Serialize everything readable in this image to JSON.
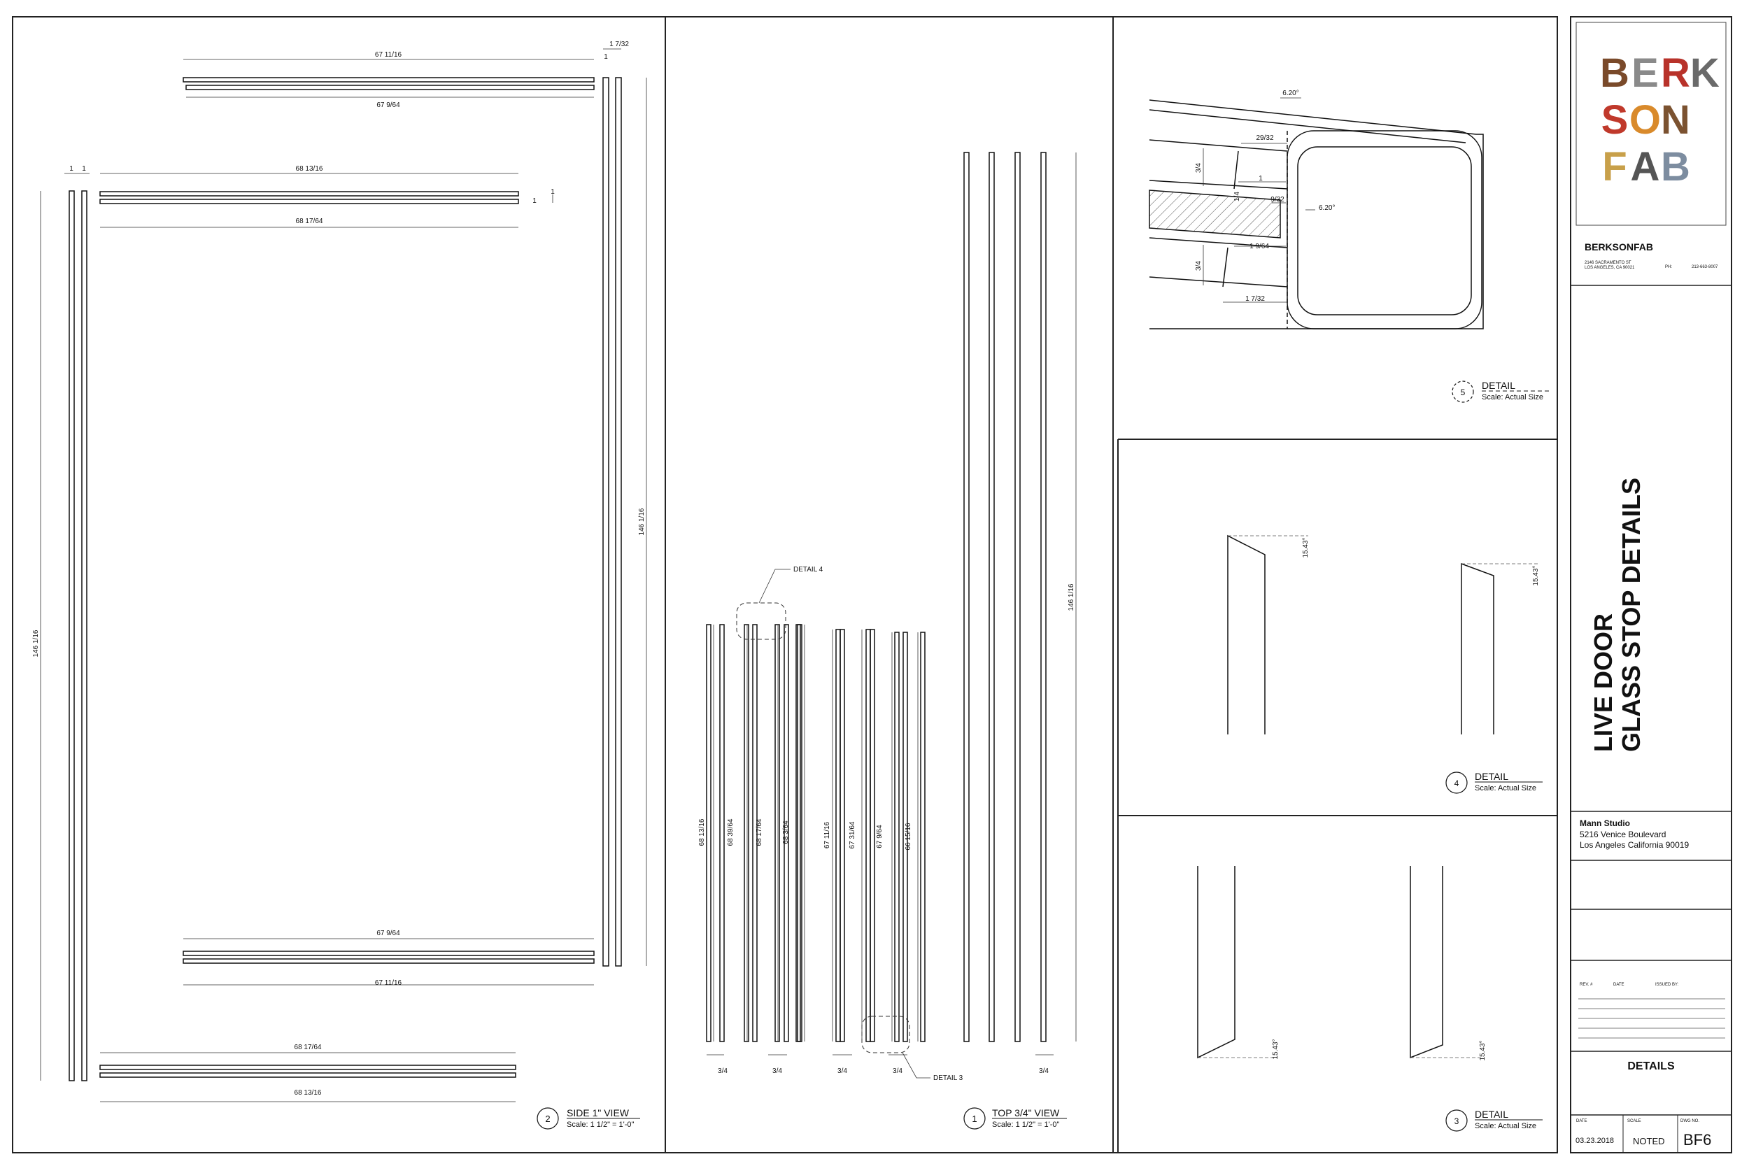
{
  "side_view": {
    "dims": [
      "67 11/16",
      "67 9/64",
      "68 13/16",
      "68 17/64",
      "146 1/16",
      "1 7/32",
      "1",
      "1",
      "1",
      "1",
      "1"
    ],
    "callout_number": "2",
    "callout_title": "SIDE 1\" VIEW",
    "callout_scale": "Scale: 1 1/2\" = 1'-0\""
  },
  "top_view": {
    "group_dims": [
      "68 13/16",
      "68 39/64",
      "68 17/64",
      "68 3/64",
      "67 11/16",
      "67 31/64",
      "67 9/64",
      "66 15/16"
    ],
    "bottom_dims": [
      "3/4",
      "3/4",
      "3/4",
      "3/4",
      "3/4"
    ],
    "long_dim": "146 1/16",
    "detail4_label": "DETAIL 4",
    "detail3_label": "DETAIL 3",
    "callout_number": "1",
    "callout_title": "TOP 3/4\" VIEW",
    "callout_scale": "Scale: 1 1/2\" = 1'-0\""
  },
  "detail5": {
    "dims": [
      "6.20°",
      "29/32",
      "3/4",
      "1",
      "1/4",
      "9/32",
      "6.20°",
      "1 9/64",
      "3/4",
      "1 7/32"
    ],
    "callout_number": "5",
    "callout_title": "DETAIL",
    "callout_scale": "Scale: Actual Size"
  },
  "detail4": {
    "angle": "15.43°",
    "callout_number": "4",
    "callout_title": "DETAIL",
    "callout_scale": "Scale: Actual Size"
  },
  "detail3": {
    "angle": "15.43°",
    "callout_number": "3",
    "callout_title": "DETAIL",
    "callout_scale": "Scale: Actual Size"
  },
  "title_block": {
    "logo_letters": [
      "B",
      "E",
      "R",
      "K",
      "S",
      "O",
      "N",
      "",
      "F",
      "A",
      "B",
      ""
    ],
    "company": "BERKSONFAB",
    "address": "2146 SACRAMENTO ST\nLOS ANGELES, CA 90021",
    "phone_label": "PH:",
    "phone": "213-663-8007",
    "sheet_title_1": "LIVE DOOR",
    "sheet_title_2": "GLASS STOP DETAILS",
    "client_name": "Mann Studio",
    "client_addr1": "5216 Venice Boulevard",
    "client_addr2": "Los Angeles California 90019",
    "rev_label": "REV. #",
    "date_label": "DATE",
    "issued_label": "ISSUED BY:",
    "section_title": "DETAILS",
    "foot_date_label": "DATE",
    "foot_scale_label": "SCALE",
    "foot_dwg_label": "DWG NO.",
    "date": "03.23.2018",
    "scale": "NOTED",
    "dwg_no": "BF6"
  }
}
